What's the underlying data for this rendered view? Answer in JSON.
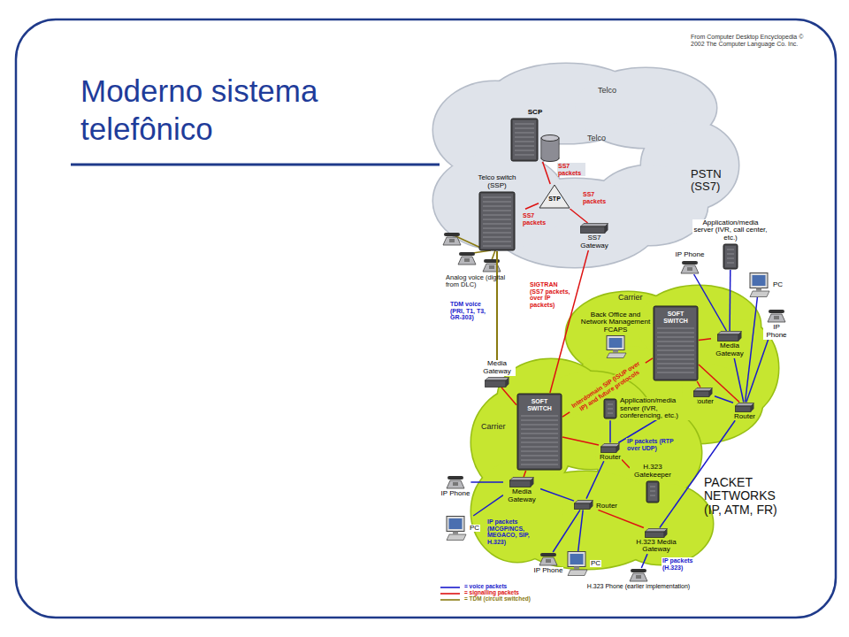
{
  "diagram": {
    "title": "Moderno sistema telefônico",
    "nodes": [
      {
        "text": [
          "Telco",
          "Telco",
          "PSTN (SS7)"
        ]
      },
      {
        "text": [
          "SCP"
        ],
        "in": 0
      },
      {
        "text": [
          "Telco switch (SSP)"
        ],
        "in": 0
      },
      {
        "text": [
          "STP"
        ],
        "in": 0
      },
      {
        "text": [
          "SS7 Gateway"
        ],
        "in": 0
      },
      {
        "text": [
          "Application/media server (IVR, call center, etc.)"
        ]
      },
      {
        "text": [
          "IP Phone"
        ]
      },
      {
        "text": [
          "PC"
        ]
      },
      {
        "text": [
          "IP Phone"
        ]
      },
      {
        "text": [
          "Carrier"
        ]
      },
      {
        "text": [
          "Back Office and Network Management FCAPS"
        ],
        "in": 9
      },
      {
        "text": [
          "SOFT SWITCH"
        ],
        "in": 9
      },
      {
        "text": [
          "Media Gateway"
        ],
        "in": 9
      },
      {
        "text": [
          "Router"
        ],
        "in": 9
      },
      {
        "text": [
          "Router"
        ],
        "in": 9
      },
      {
        "text": [
          "Carrier"
        ]
      },
      {
        "text": [
          "Media Gateway"
        ],
        "in": 15
      },
      {
        "text": [
          "SOFT SWITCH"
        ],
        "in": 15
      },
      {
        "text": [
          "Application/media server (IVR, conferencing, etc.)"
        ],
        "in": 15
      },
      {
        "text": [
          "Router"
        ],
        "in": 15
      },
      {
        "text": [
          "Media Gateway"
        ],
        "in": 15
      },
      {
        "text": [
          "Router"
        ],
        "in": 15
      },
      {
        "text": [
          "H.323 Gatekeeper"
        ],
        "in": 15
      },
      {
        "text": [
          "H.323 Media Gateway"
        ],
        "in": 15
      },
      {
        "text": [
          "IP Phone"
        ]
      },
      {
        "text": [
          "PC"
        ]
      },
      {
        "text": [
          "IP Phone"
        ]
      },
      {
        "text": [
          "PC"
        ]
      },
      {
        "text": [
          "H.323 Phone (earlier implementation)"
        ]
      }
    ],
    "edges": [
      {
        "from": 1,
        "to": 3,
        "arrow": "none",
        "label": "SS7 packets"
      },
      {
        "from": 3,
        "to": 2,
        "arrow": "none",
        "label": "SS7 packets"
      },
      {
        "from": 3,
        "to": 4,
        "arrow": "none",
        "label": "SS7 packets"
      },
      {
        "from": 4,
        "to": 17,
        "arrow": "none",
        "label": "SIGTRAN (SS7 packets, over IP packets)"
      },
      {
        "from": 17,
        "to": 11,
        "arrow": "none",
        "label": "Interdomain SIP (ISUP over IP) and future protocols"
      },
      {
        "from": 17,
        "to": 16,
        "arrow": "none"
      },
      {
        "from": 17,
        "to": 19,
        "arrow": "none"
      },
      {
        "from": 17,
        "to": 20,
        "arrow": "none"
      },
      {
        "from": 19,
        "to": 22,
        "arrow": "none"
      },
      {
        "from": 11,
        "to": 12,
        "arrow": "none"
      },
      {
        "from": 11,
        "to": 13,
        "arrow": "none"
      },
      {
        "from": 11,
        "to": 14,
        "arrow": "none"
      },
      {
        "from": 21,
        "to": 23,
        "arrow": "none"
      },
      {
        "from": 2,
        "to": 16,
        "arrow": "none",
        "label": "TDM voice (PRI, T1, T3, GR-303)"
      },
      {
        "from": 18,
        "to": 19,
        "arrow": "none",
        "label": "IP packets (RTP over UDP)"
      },
      {
        "from": 19,
        "to": 13,
        "arrow": "none"
      },
      {
        "from": 13,
        "to": 14,
        "arrow": "none"
      },
      {
        "from": 14,
        "to": 12,
        "arrow": "none"
      },
      {
        "from": 12,
        "to": 6,
        "arrow": "none"
      },
      {
        "from": 12,
        "to": 5,
        "arrow": "none"
      },
      {
        "from": 14,
        "to": 7,
        "arrow": "none"
      },
      {
        "from": 14,
        "to": 8,
        "arrow": "none"
      },
      {
        "from": 20,
        "to": 24,
        "arrow": "none"
      },
      {
        "from": 20,
        "to": 25,
        "arrow": "none",
        "label": "IP packets (MCGP/NCS, MEGACO, SIP, H.323)"
      },
      {
        "from": 21,
        "to": 26,
        "arrow": "none"
      },
      {
        "from": 21,
        "to": 27,
        "arrow": "none"
      },
      {
        "from": 23,
        "to": 28,
        "arrow": "none",
        "label": "IP packets (H.323)"
      },
      {
        "from": 20,
        "to": 21,
        "arrow": "none"
      },
      {
        "from": 14,
        "to": 23,
        "arrow": "none"
      },
      {
        "from": 21,
        "to": 19,
        "arrow": "none"
      }
    ],
    "labels": [
      "From Computer Desktop Encyclopedia © 2002 The Computer Language Co. Inc.",
      "Analog voice (digital from DLC)",
      "PACKET NETWORKS (IP, ATM, FR)"
    ],
    "legend": [
      {
        "text": "= voice packets"
      },
      {
        "text": "= signalling packets"
      },
      {
        "text": "= TDM (circuit switched)"
      }
    ]
  }
}
